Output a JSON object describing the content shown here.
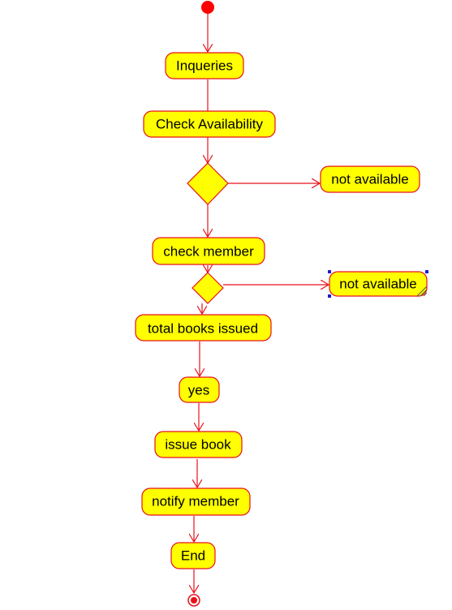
{
  "colors": {
    "line": "#e8101a",
    "node_fill": "#ffff00",
    "node_stroke": "#e8101a",
    "start_fill": "#ff0000",
    "selection_handle": "#1b1bd0",
    "text": "#000000"
  },
  "activities": {
    "inqueries": "Inqueries",
    "check_availability": "Check Availability",
    "not_available_1": "not available",
    "check_member": "check member",
    "not_available_2": "not available",
    "total_books_issued": "total books issued",
    "yes": "yes",
    "issue_book": "issue book",
    "notify_member": "notify member",
    "end": "End"
  }
}
